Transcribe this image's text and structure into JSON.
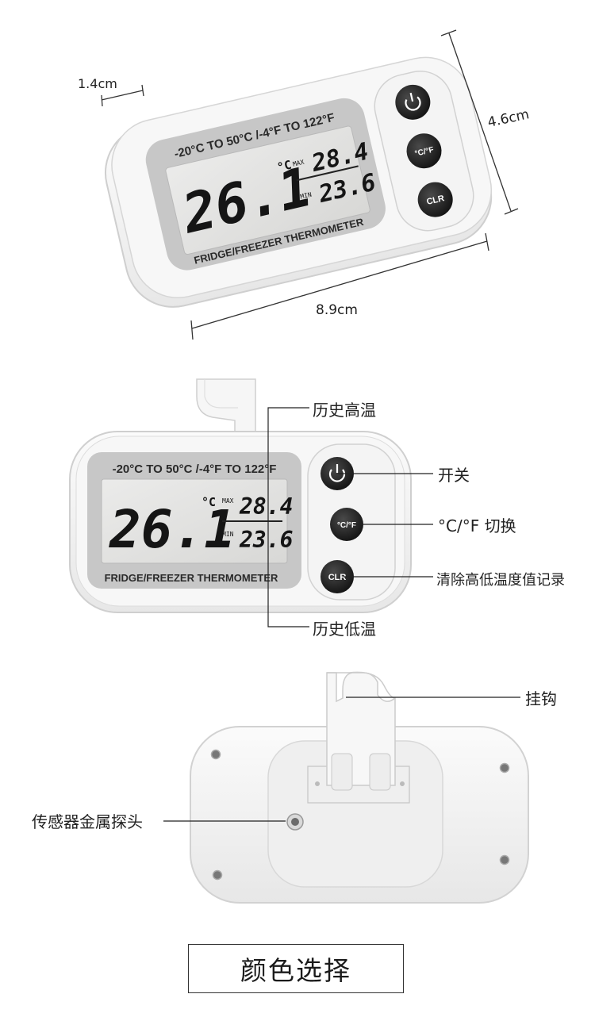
{
  "dimensions": {
    "depth": "1.4cm",
    "height": "4.6cm",
    "width": "8.9cm"
  },
  "device": {
    "range_text": "-20°C TO 50°C /-4°F TO 122°F",
    "model_text": "FRIDGE/FREEZER THERMOMETER",
    "current_temp": "26.1",
    "unit": "°C",
    "max_label": "MAX",
    "max_value": "28.4",
    "min_label": "MIN",
    "min_value": "23.6",
    "unit_small": "°C",
    "buttons": {
      "unit_toggle": "°C/°F",
      "clear": "CLR"
    }
  },
  "callouts": {
    "history_high": "历史高温",
    "history_low": "历史低温",
    "power": "开关",
    "unit_switch": "°C/°F 切换",
    "clear_record": "清除高低温度值记录",
    "hook": "挂钩",
    "sensor_probe": "传感器金属探头"
  },
  "footer": {
    "color_choice": "颜色选择"
  },
  "colors": {
    "device_body": "#f3f3f3",
    "lcd_frame": "#c9c9c9",
    "lcd_screen": "#e2e2e0",
    "button": "#1e1e1e"
  }
}
